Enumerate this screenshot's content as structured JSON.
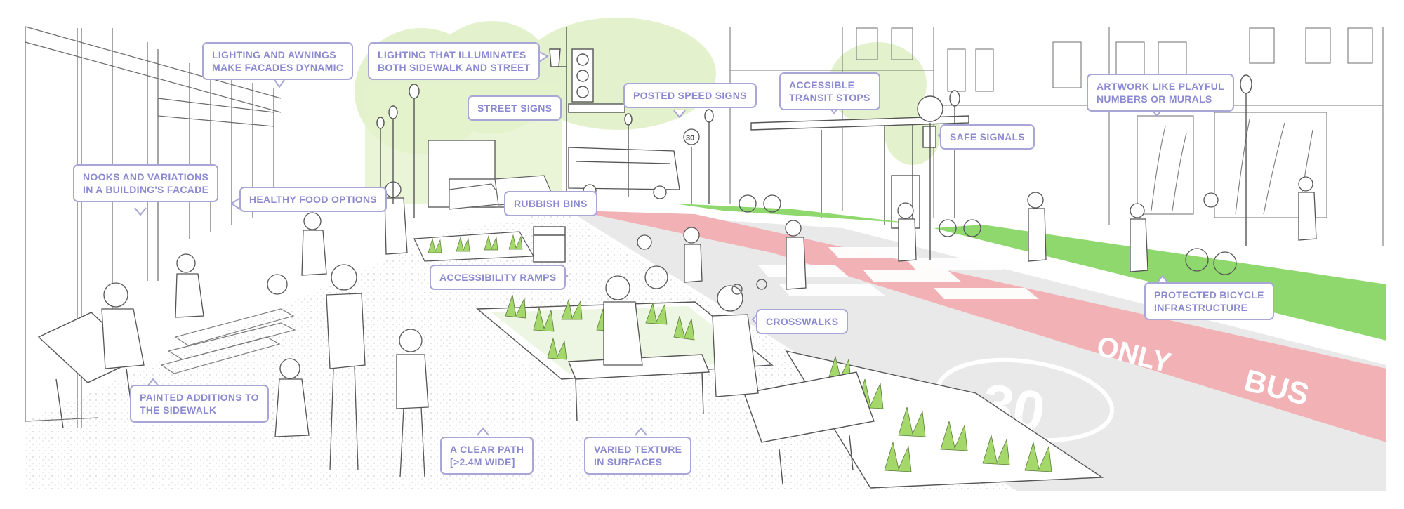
{
  "colors": {
    "callout_border": "#a7a6d6",
    "callout_text": "#8b8ad0",
    "bus_lane": "#f1b1b5",
    "bike_lane": "#8fd86e",
    "trees": "#e3f2cc",
    "planting": "#a4d86a",
    "line_art": "#6b6b6b"
  },
  "callouts": [
    {
      "id": "lighting-awnings",
      "lines": [
        "LIGHTING AND AWNINGS",
        "MAKE FACADES DYNAMIC"
      ]
    },
    {
      "id": "lighting-sidewalk-street",
      "lines": [
        "LIGHTING THAT ILLUMINATES",
        "BOTH SIDEWALK AND STREET"
      ]
    },
    {
      "id": "street-signs",
      "lines": [
        "STREET SIGNS"
      ]
    },
    {
      "id": "posted-speed-signs",
      "lines": [
        "POSTED SPEED SIGNS"
      ]
    },
    {
      "id": "accessible-transit-stops",
      "lines": [
        "ACCESSIBLE",
        "TRANSIT STOPS"
      ]
    },
    {
      "id": "artwork",
      "lines": [
        "ARTWORK LIKE PLAYFUL",
        "NUMBERS OR MURALS"
      ]
    },
    {
      "id": "safe-signals",
      "lines": [
        "SAFE SIGNALS"
      ]
    },
    {
      "id": "nooks",
      "lines": [
        "NOOKS AND VARIATIONS",
        "IN A BUILDING'S FACADE"
      ]
    },
    {
      "id": "healthy-food",
      "lines": [
        "HEALTHY FOOD OPTIONS"
      ]
    },
    {
      "id": "rubbish-bins",
      "lines": [
        "RUBBISH BINS"
      ]
    },
    {
      "id": "accessibility-ramps",
      "lines": [
        "ACCESSIBILITY RAMPS"
      ]
    },
    {
      "id": "protected-bicycle",
      "lines": [
        "PROTECTED BICYCLE",
        "INFRASTRUCTURE"
      ]
    },
    {
      "id": "crosswalks",
      "lines": [
        "CROSSWALKS"
      ]
    },
    {
      "id": "painted-additions",
      "lines": [
        "PAINTED ADDITIONS TO",
        "THE SIDEWALK"
      ]
    },
    {
      "id": "clear-path",
      "lines": [
        "A CLEAR PATH",
        "[>2.4M WIDE]"
      ]
    },
    {
      "id": "varied-texture",
      "lines": [
        "VARIED TEXTURE",
        "IN SURFACES"
      ]
    }
  ],
  "road_markings": {
    "bus_only": [
      "ONLY",
      "BUS"
    ],
    "speed_number": "30",
    "speed_sign": "30"
  }
}
